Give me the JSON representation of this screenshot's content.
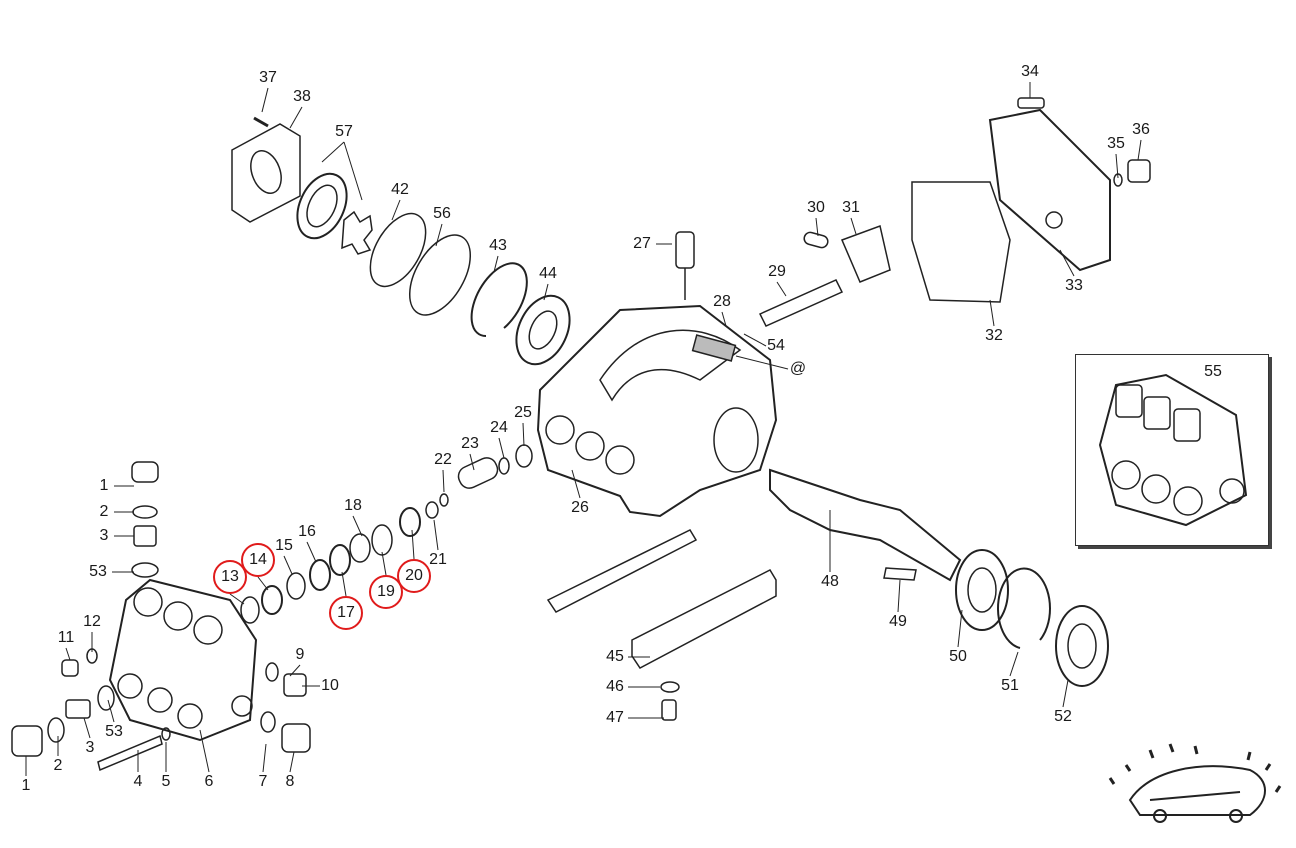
{
  "title": "Pump exploded parts diagram",
  "highlight_color": "#e01b1b",
  "labels": [
    "37",
    "38",
    "57",
    "42",
    "56",
    "43",
    "44",
    "27",
    "28",
    "54",
    "@",
    "30",
    "31",
    "29",
    "32",
    "33",
    "34",
    "35",
    "36",
    "55",
    "25",
    "24",
    "23",
    "22",
    "26",
    "21",
    "18",
    "16",
    "15",
    "48",
    "49",
    "50",
    "51",
    "52",
    "45",
    "46",
    "47",
    "1",
    "2",
    "3",
    "53",
    "11",
    "12",
    "9",
    "10",
    "3",
    "53",
    "1",
    "2",
    "4",
    "5",
    "6",
    "7",
    "8"
  ],
  "highlighted_labels": [
    "14",
    "13",
    "17",
    "19",
    "20"
  ],
  "logo": {
    "icon": "car-wash-logo-icon"
  }
}
